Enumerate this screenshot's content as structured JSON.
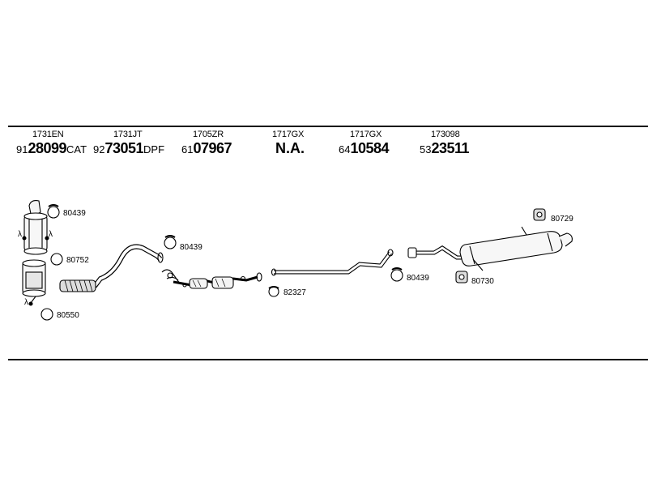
{
  "header": {
    "columns": [
      {
        "code": "1731EN",
        "prefix": "91",
        "main": "28099",
        "suffix": "CAT"
      },
      {
        "code": "1731JT",
        "prefix": "92",
        "main": "73051",
        "suffix": "DPF"
      },
      {
        "code": "1705ZR",
        "prefix": "61",
        "main": "07967",
        "suffix": ""
      },
      {
        "code": "1717GX",
        "prefix": "",
        "main": "N.A.",
        "suffix": ""
      },
      {
        "code": "1717GX",
        "prefix": "64",
        "main": "10584",
        "suffix": ""
      },
      {
        "code": "173098",
        "prefix": "53",
        "main": "23511",
        "suffix": ""
      }
    ]
  },
  "callouts": {
    "c1": "80439",
    "c2": "80752",
    "c3": "80550",
    "c4": "80439",
    "c5": "82327",
    "c6": "80439",
    "c7": "80729",
    "c8": "80730"
  },
  "sensor_symbols": {
    "lambda": "λ"
  }
}
